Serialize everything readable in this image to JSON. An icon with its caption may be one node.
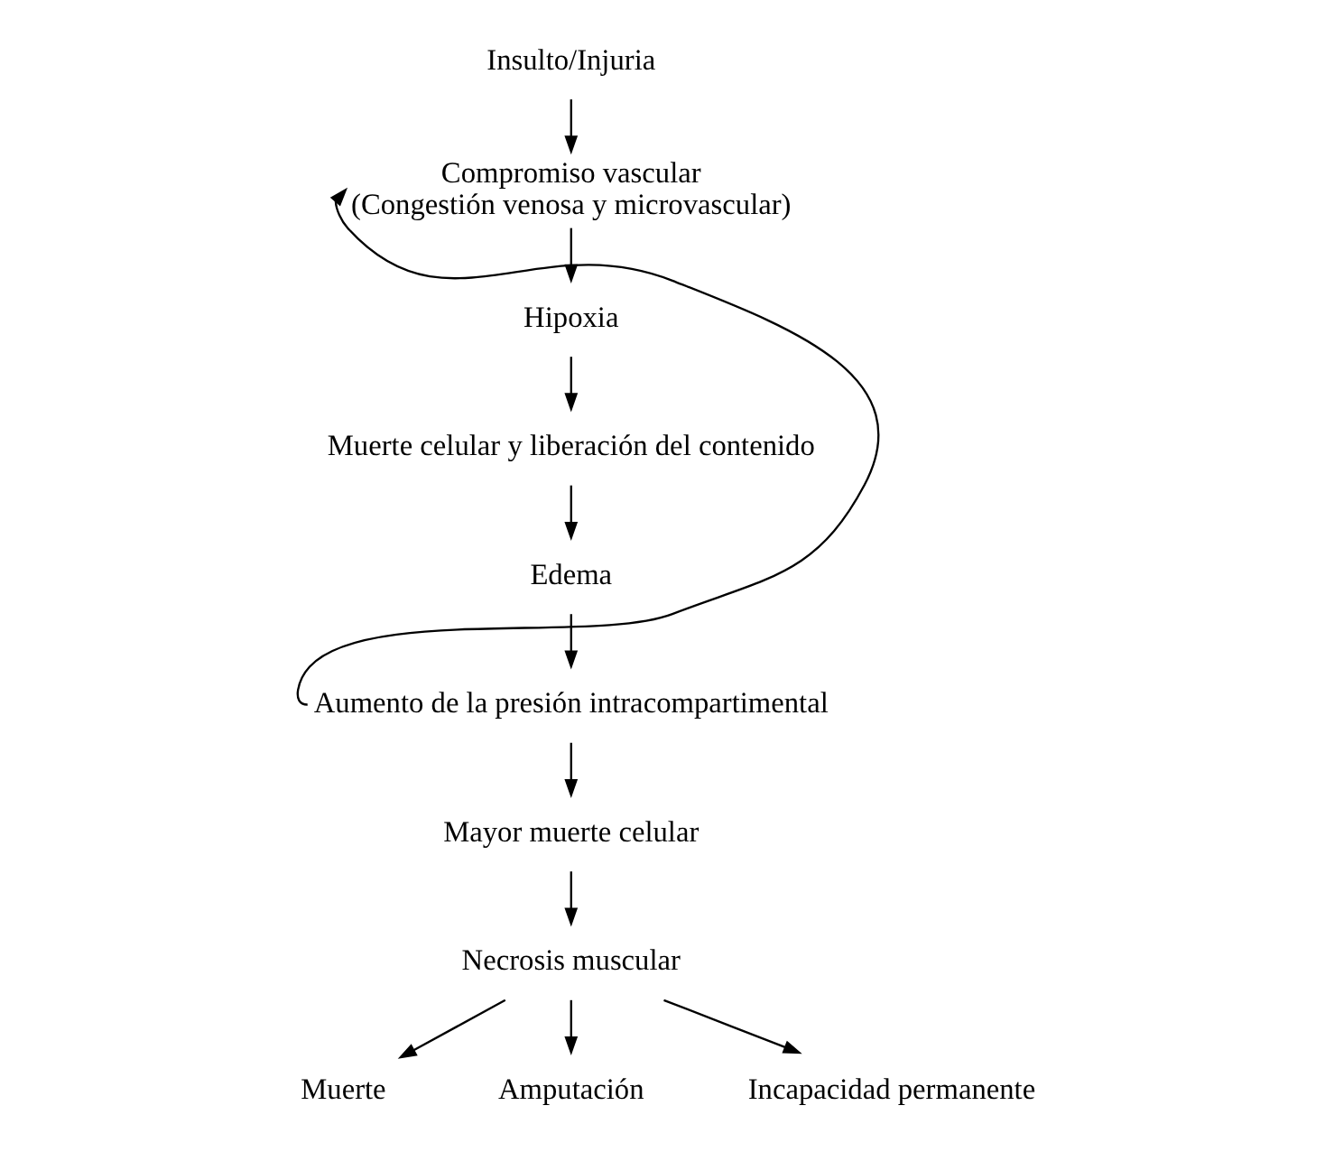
{
  "diagram": {
    "nodes": [
      {
        "text": [
          "Insulto/Injuria"
        ]
      },
      {
        "text": [
          "Compromiso vascular",
          "(Congestión venosa y microvascular)"
        ]
      },
      {
        "text": [
          "Hipoxia"
        ]
      },
      {
        "text": [
          "Muerte celular y liberación del contenido"
        ]
      },
      {
        "text": [
          "Edema"
        ]
      },
      {
        "text": [
          "Aumento de la presión intracompartimental"
        ]
      },
      {
        "text": [
          "Mayor muerte celular"
        ]
      },
      {
        "text": [
          "Necrosis muscular"
        ]
      },
      {
        "text": [
          "Muerte"
        ]
      },
      {
        "text": [
          "Amputación"
        ]
      },
      {
        "text": [
          "Incapacidad permanente"
        ]
      }
    ],
    "edges": [
      {
        "from": 0,
        "to": 1,
        "arrow": "to"
      },
      {
        "from": 1,
        "to": 2,
        "arrow": "to"
      },
      {
        "from": 2,
        "to": 3,
        "arrow": "to"
      },
      {
        "from": 3,
        "to": 4,
        "arrow": "to"
      },
      {
        "from": 4,
        "to": 5,
        "arrow": "to"
      },
      {
        "from": 5,
        "to": 1,
        "arrow": "to"
      },
      {
        "from": 5,
        "to": 6,
        "arrow": "to"
      },
      {
        "from": 6,
        "to": 7,
        "arrow": "to"
      },
      {
        "from": 7,
        "to": 8,
        "arrow": "to"
      },
      {
        "from": 7,
        "to": 9,
        "arrow": "to"
      },
      {
        "from": 7,
        "to": 10,
        "arrow": "to"
      }
    ]
  }
}
